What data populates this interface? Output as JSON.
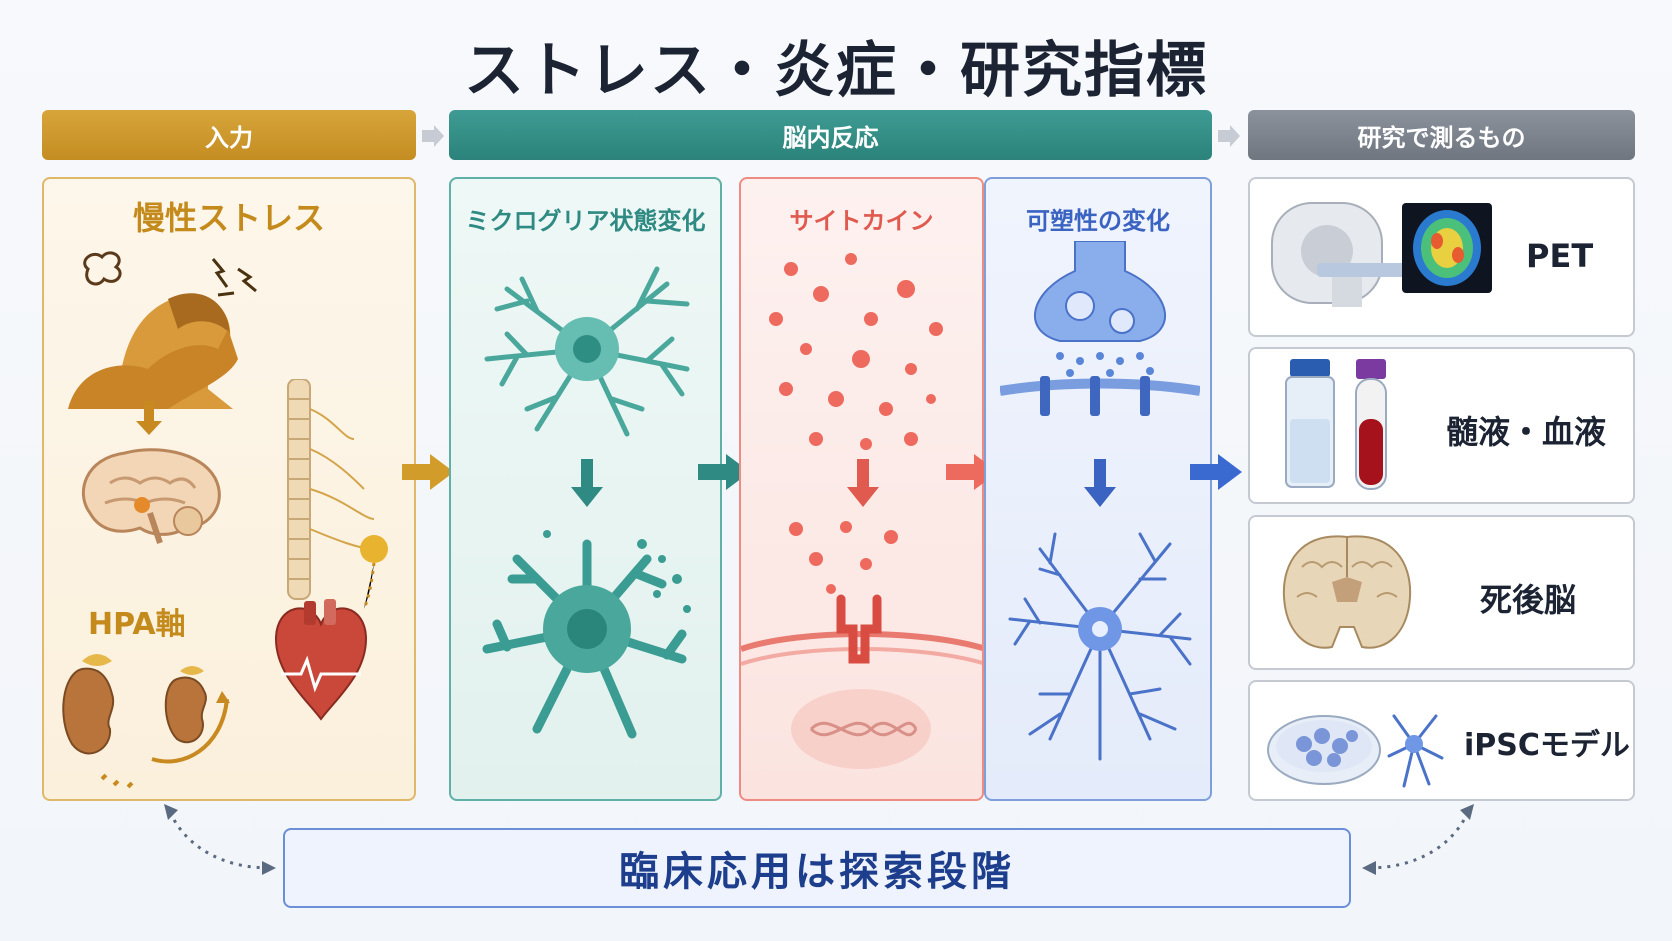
{
  "title": "ストレス・炎症・研究指標",
  "bands": {
    "input": "入力",
    "brain": "脳内反応",
    "measure": "研究で測るもの"
  },
  "panels": {
    "input": {
      "title": "慢性ストレス",
      "hpa": "HPA軸"
    },
    "microglia": {
      "title": "ミクログリア状態変化"
    },
    "cytokine": {
      "title": "サイトカイン"
    },
    "plasticity": {
      "title": "可塑性の変化"
    }
  },
  "measures": [
    {
      "label": "PET",
      "icon": "pet-scanner-icon"
    },
    {
      "label": "髄液・血液",
      "icon": "vials-icon"
    },
    {
      "label": "死後脳",
      "icon": "brain-section-icon"
    },
    {
      "label": "iPSCモデル",
      "icon": "petri-dish-icon"
    }
  ],
  "clinical": "臨床応用は探索段階",
  "colors": {
    "input": "#c48a1c",
    "microglia": "#2e8a82",
    "cytokine": "#e05a50",
    "plasticity": "#3a63c2",
    "measure": "#6f7680"
  }
}
